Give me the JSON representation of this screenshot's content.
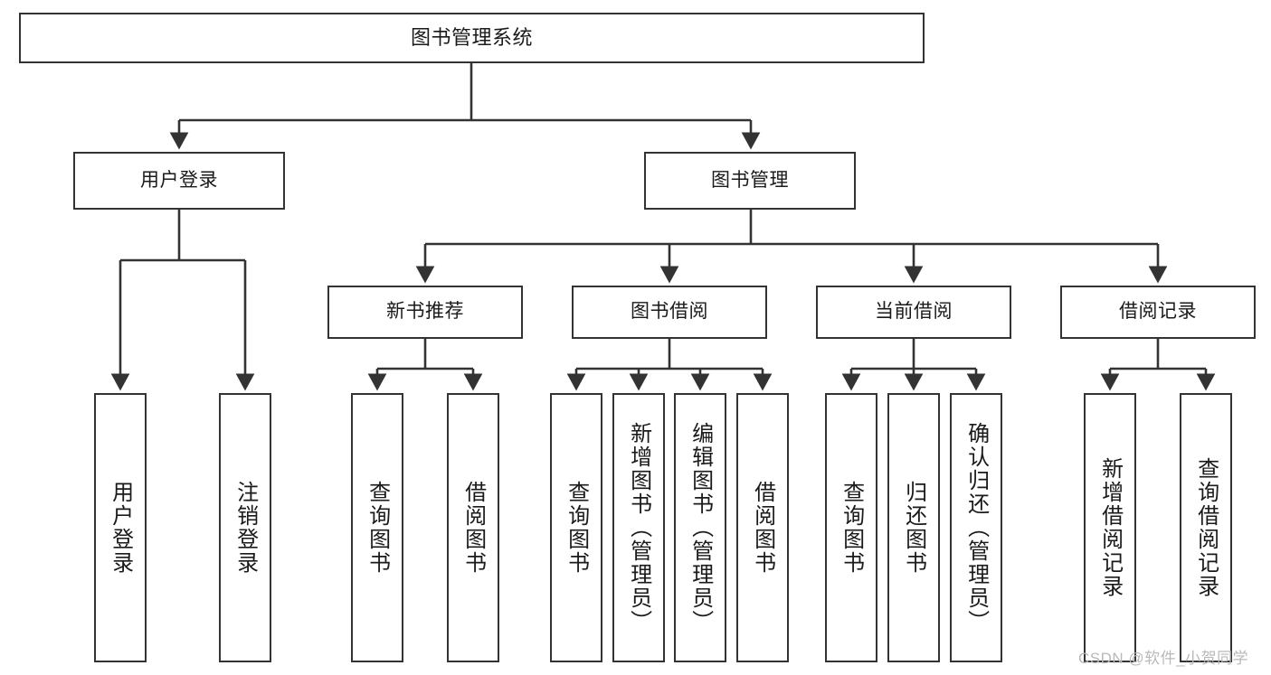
{
  "diagram": {
    "title": "图书管理系统",
    "type": "tree-hierarchy",
    "orientation": "top-down",
    "style": {
      "box_border_color": "#333333",
      "box_fill_color": "#ffffff",
      "connector_color": "#333333",
      "text_color": "#1a1a1a",
      "background_color": "#ffffff",
      "watermark_color": "#b9b9b9"
    }
  },
  "watermark": {
    "text": "CSDN @软件_小贺同学"
  },
  "nodes": {
    "root": {
      "label": "图书管理系统",
      "level": 1
    },
    "l2": [
      {
        "id": "user-login",
        "label": "用户登录",
        "level": 2
      },
      {
        "id": "book-management",
        "label": "图书管理",
        "level": 2
      }
    ],
    "l3": [
      {
        "id": "new-book-recommend",
        "label": "新书推荐",
        "level": 3,
        "parent": "book-management"
      },
      {
        "id": "book-borrow",
        "label": "图书借阅",
        "level": 3,
        "parent": "book-management"
      },
      {
        "id": "current-borrow",
        "label": "当前借阅",
        "level": 3,
        "parent": "book-management"
      },
      {
        "id": "borrow-record",
        "label": "借阅记录",
        "level": 3,
        "parent": "book-management"
      }
    ],
    "leaves": [
      {
        "id": "leaf-user-login",
        "label": "用户登录",
        "parent": "user-login"
      },
      {
        "id": "leaf-user-logout",
        "label": "注销登录",
        "parent": "user-login"
      },
      {
        "id": "leaf-query-book-1",
        "label": "查询图书",
        "parent": "new-book-recommend"
      },
      {
        "id": "leaf-borrow-book-1",
        "label": "借阅图书",
        "parent": "new-book-recommend"
      },
      {
        "id": "leaf-query-book-2",
        "label": "查询图书",
        "parent": "book-borrow"
      },
      {
        "id": "leaf-add-book",
        "label": "新增图书（管理员）",
        "parent": "book-borrow"
      },
      {
        "id": "leaf-edit-book",
        "label": "编辑图书（管理员）",
        "parent": "book-borrow"
      },
      {
        "id": "leaf-borrow-book-2",
        "label": "借阅图书",
        "parent": "book-borrow"
      },
      {
        "id": "leaf-query-book-3",
        "label": "查询图书",
        "parent": "current-borrow"
      },
      {
        "id": "leaf-return-book",
        "label": "归还图书",
        "parent": "current-borrow"
      },
      {
        "id": "leaf-confirm-return",
        "label": "确认归还（管理员）",
        "parent": "current-borrow"
      },
      {
        "id": "leaf-add-record",
        "label": "新增借阅记录",
        "parent": "borrow-record"
      },
      {
        "id": "leaf-query-record",
        "label": "查询借阅记录",
        "parent": "borrow-record"
      }
    ]
  }
}
